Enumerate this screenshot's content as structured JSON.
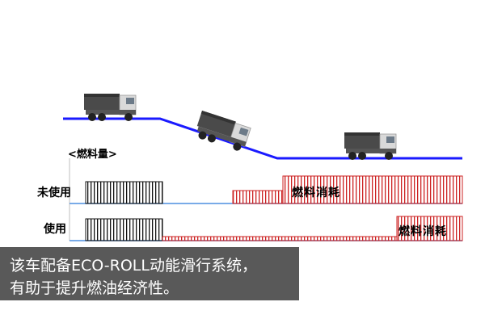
{
  "diagram": {
    "fuel_axis_label": "<燃料量>",
    "rows": [
      {
        "label": "未使用",
        "consumption_label": "燃料消耗"
      },
      {
        "label": "使用",
        "consumption_label": "燃料消耗"
      }
    ],
    "colors": {
      "road": "#1a1aff",
      "baseline": "#4d8fe0",
      "consumption": "#cc2222",
      "idle": "#111111",
      "truck_body": "#444444",
      "truck_cab": "#d8d8d8"
    }
  },
  "caption": {
    "line1": "该车配备ECO-ROLL动能滑行系统，",
    "line2": "有助于提升燃油经济性。"
  }
}
